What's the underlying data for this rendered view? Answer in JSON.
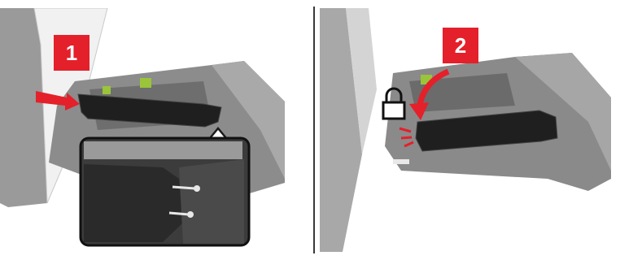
{
  "steps": [
    {
      "number": "1"
    },
    {
      "number": "2"
    }
  ],
  "colors": {
    "accent_red": "#e4202a",
    "printer_gray": "#8f8f8f",
    "panel_black": "#1f1f1f",
    "green_latch": "#9ac43a"
  },
  "icons": [
    "arrow-push-icon",
    "curved-arrow-icon",
    "lock-icon",
    "click-sound-icon",
    "zoom-callout"
  ]
}
